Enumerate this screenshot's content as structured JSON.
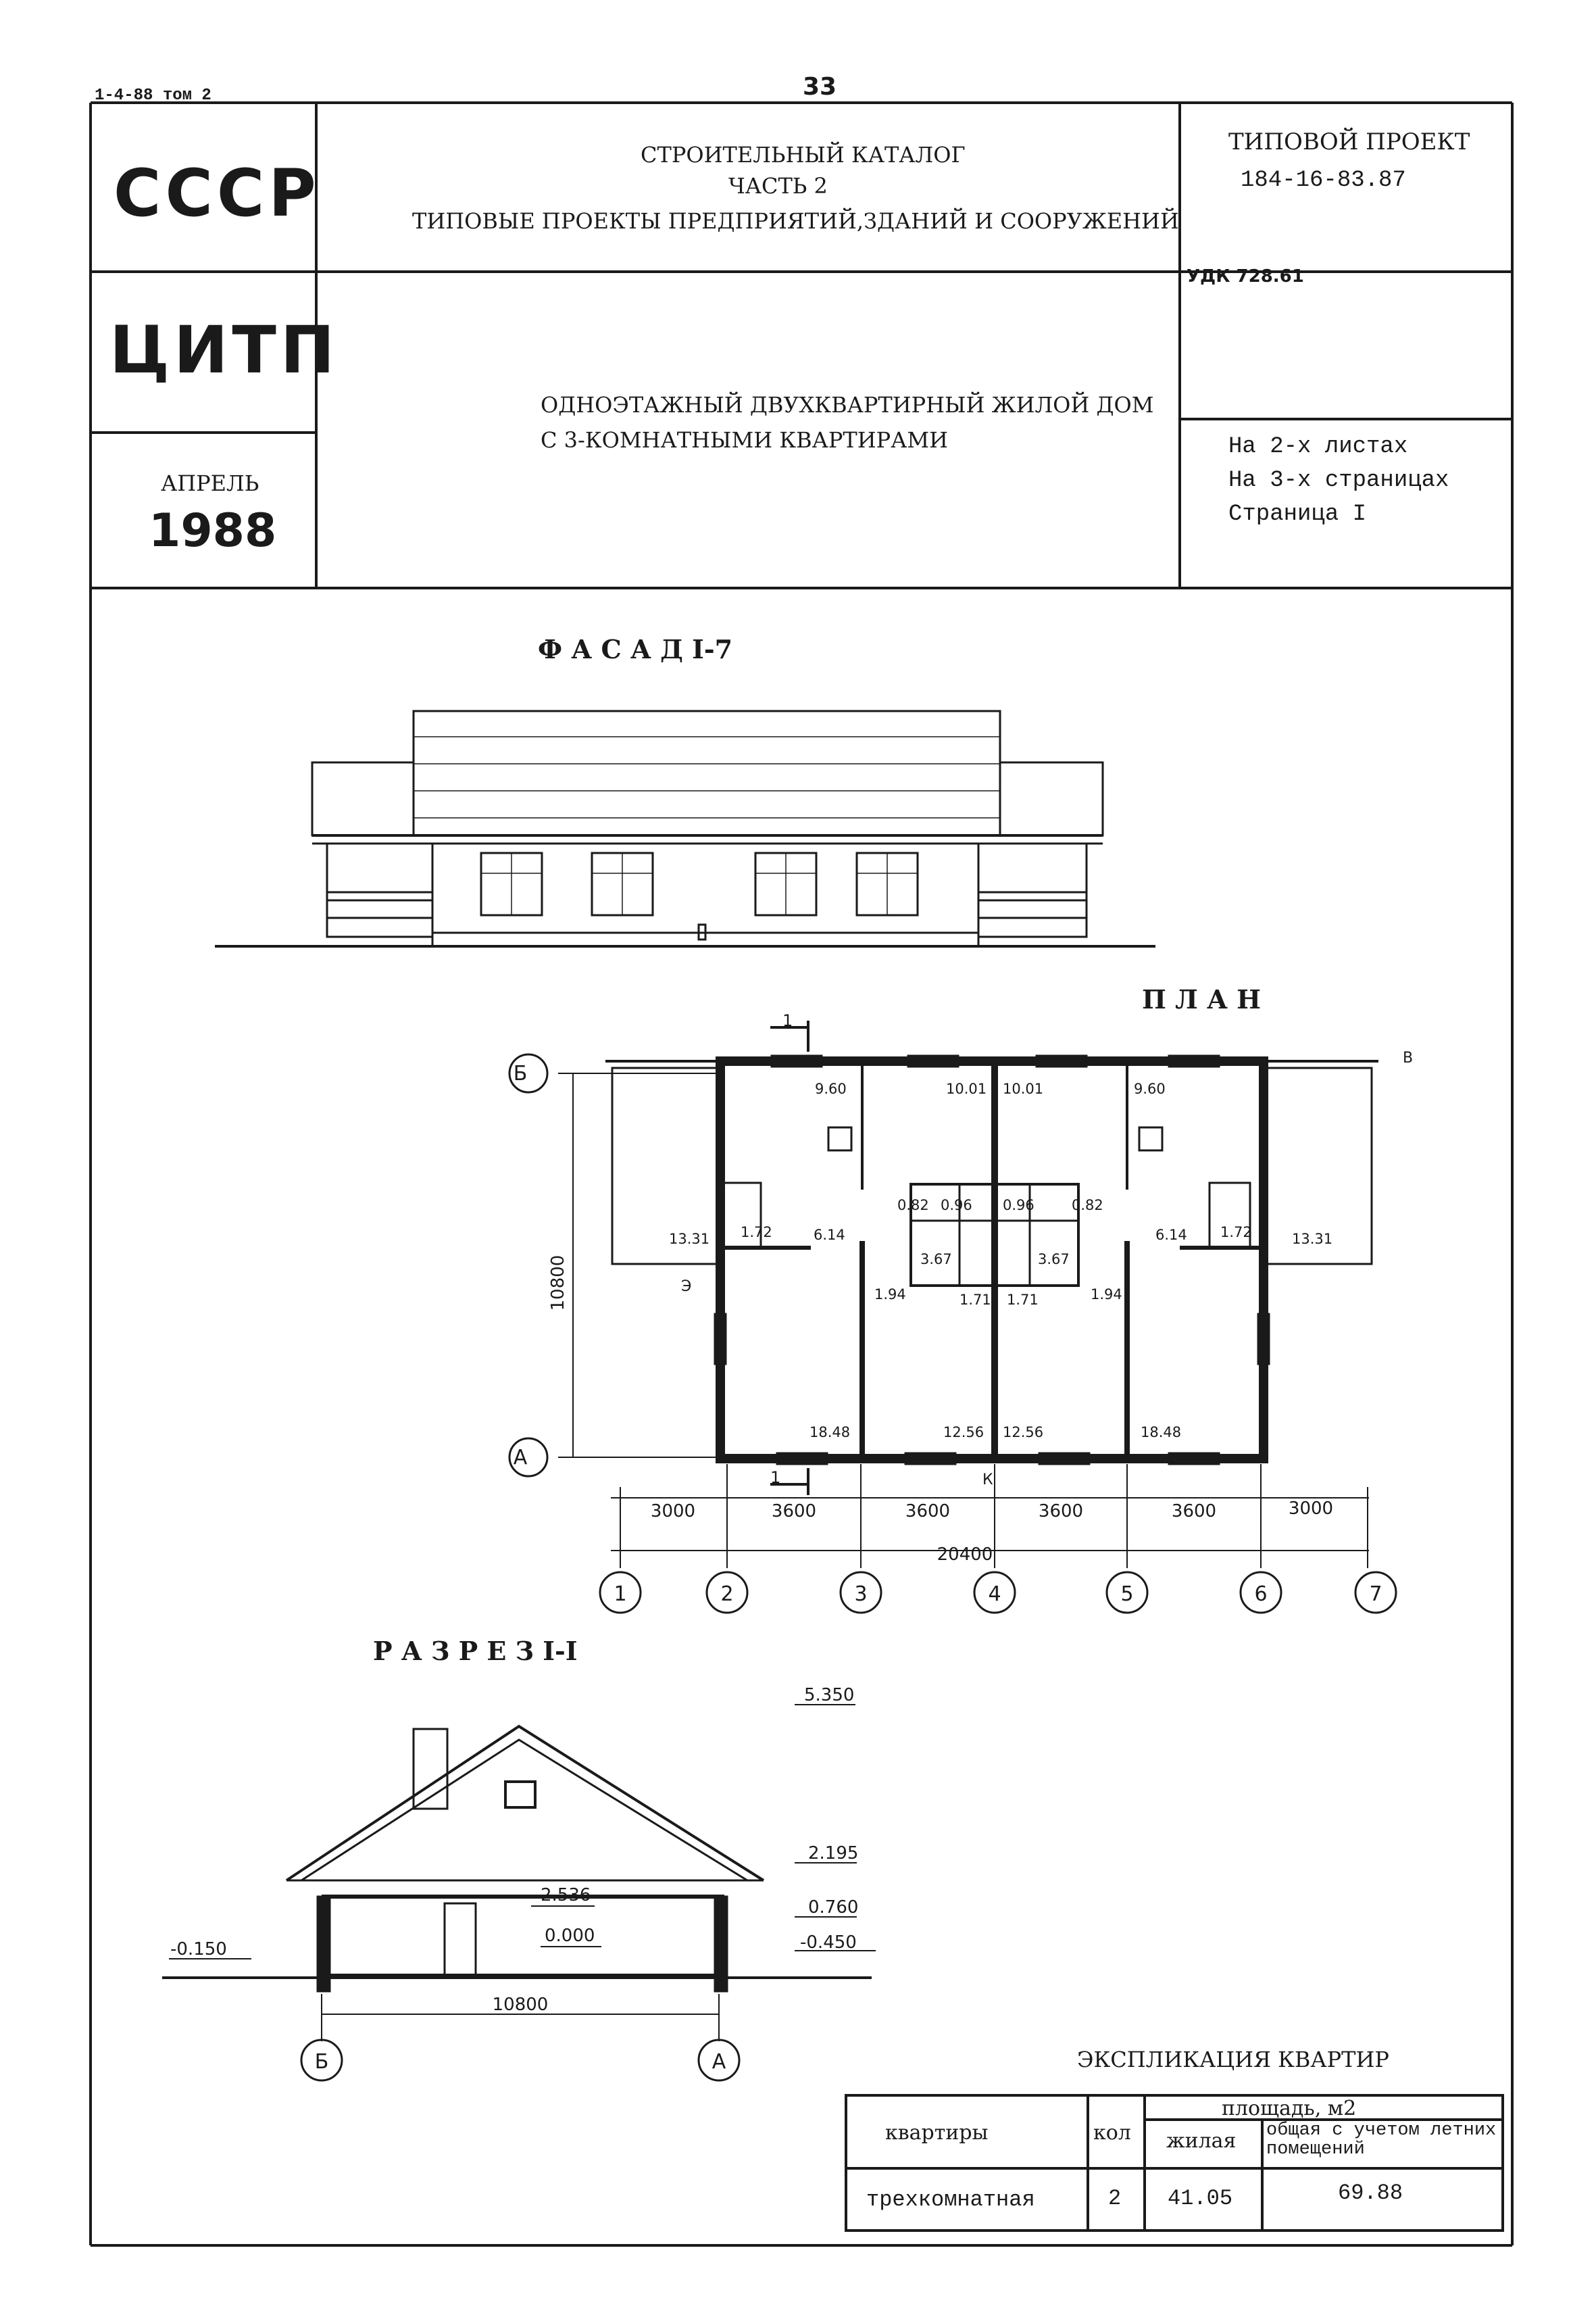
{
  "header": {
    "series_ref": "1-4-88 том 2",
    "page_number": "33"
  },
  "stamp": {
    "country": "СССР",
    "agency": "ЦИТП",
    "month": "АПРЕЛЬ",
    "year": "1988",
    "catalog_line1": "СТРОИТЕЛЬНЫЙ КАТАЛОГ",
    "catalog_line2": "ЧАСТЬ 2",
    "catalog_line3": "ТИПОВЫЕ ПРОЕКТЫ ПРЕДПРИЯТИЙ,ЗДАНИЙ И СООРУЖЕНИЙ",
    "project_label": "ТИПОВОЙ ПРОЕКТ",
    "project_code": "184-16-83.87",
    "udk": "УДК 728.61",
    "title_line1": "ОДНОЭТАЖНЫЙ ДВУХКВАРТИРНЫЙ ЖИЛОЙ ДОМ",
    "title_line2": "С 3-КОМНАТНЫМИ КВАРТИРАМИ",
    "sheets": "На 2-х листах",
    "pages": "На 3-х страницах",
    "page": "Страница I"
  },
  "facade": {
    "title": "Ф А С А Д   I-7"
  },
  "plan": {
    "title": "П Л А Н",
    "axis_row_top": "Б",
    "axis_row_bottom": "А",
    "axis_cols": [
      "1",
      "2",
      "3",
      "4",
      "5",
      "6",
      "7"
    ],
    "height_dim": "10800",
    "spans": [
      "3000",
      "3600",
      "3600",
      "3600",
      "3600",
      "3000"
    ],
    "total": "20400",
    "section_mark": "1",
    "mark_v": "В",
    "mark_e": "Э",
    "mark_k": "К",
    "room_areas": [
      "9.60",
      "10.01",
      "10.01",
      "9.60",
      "0.82",
      "0.96",
      "0.96",
      "0.82",
      "13.31",
      "1.72",
      "6.14",
      "3.67",
      "3.67",
      "6.14",
      "1.72",
      "13.31",
      "1.94",
      "1.71",
      "1.71",
      "1.94",
      "18.48",
      "12.56",
      "12.56",
      "18.48"
    ]
  },
  "section": {
    "title": "Р А З Р Е З   I-I",
    "levels": [
      "5.350",
      "2.195",
      "2.536",
      "0.760",
      "0.000",
      "-0.450",
      "-0.150"
    ],
    "width_dim": "10800",
    "axis_left": "Б",
    "axis_right": "А"
  },
  "explication": {
    "title": "ЭКСПЛИКАЦИЯ КВАРТИР",
    "col_apartments": "квартиры",
    "col_count": "кол",
    "col_area": "площадь, м2",
    "col_living": "жилая",
    "col_total": "общая с учетом летних помещений",
    "row": {
      "type": "трехкомнатная",
      "count": "2",
      "living": "41.05",
      "total": "69.88"
    }
  }
}
